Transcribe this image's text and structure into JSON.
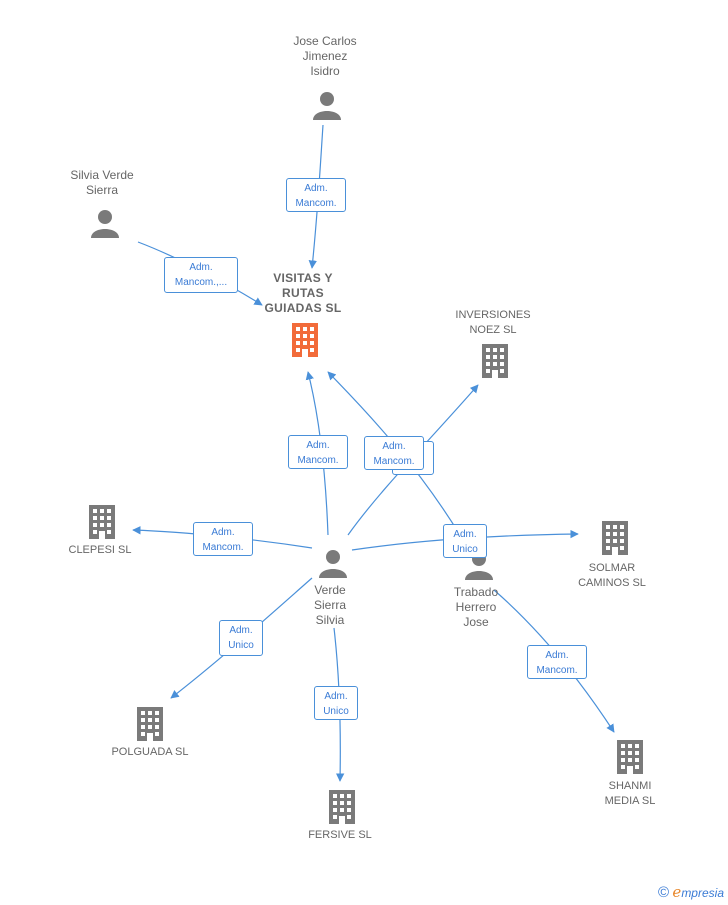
{
  "nodes": {
    "visitas": {
      "label": "VISITAS Y\nRUTAS\nGUIADAS  SL"
    },
    "jose_carlos": {
      "label": "Jose Carlos\nJimenez\nIsidro"
    },
    "silvia_verde_sierra": {
      "label": "Silvia Verde\nSierra"
    },
    "inversiones": {
      "label": "INVERSIONES\nNOEZ  SL"
    },
    "clepesi": {
      "label": "CLEPESI SL"
    },
    "verde_sierra_silvia": {
      "label": "Verde\nSierra\nSilvia"
    },
    "trabado": {
      "label": "Trabado\nHerrero\nJose"
    },
    "solmar": {
      "label": "SOLMAR\nCAMINOS SL"
    },
    "polguada": {
      "label": "POLGUADA  SL"
    },
    "fersive": {
      "label": "FERSIVE SL"
    },
    "shanmi": {
      "label": "SHANMI\nMEDIA  SL"
    }
  },
  "edges": {
    "e1": "Adm.\nMancom.",
    "e2": "Adm.\nMancom.,...",
    "e3": "Adm.\nMancom.",
    "e4": "Adm.\nMancom.",
    "e5": "Adm.\nMancom.",
    "e6": "Adm.\nUnico",
    "e7": "Adm.\nUnico",
    "e8": "Adm.\nUnico",
    "e9": "Adm.\nMancom."
  },
  "footer": {
    "copyright": "©",
    "brand_first": "e",
    "brand_rest": "mpresia"
  },
  "colors": {
    "main_company": "#f26b3a",
    "node": "#7a7a7a",
    "edge": "#4a90d9"
  }
}
